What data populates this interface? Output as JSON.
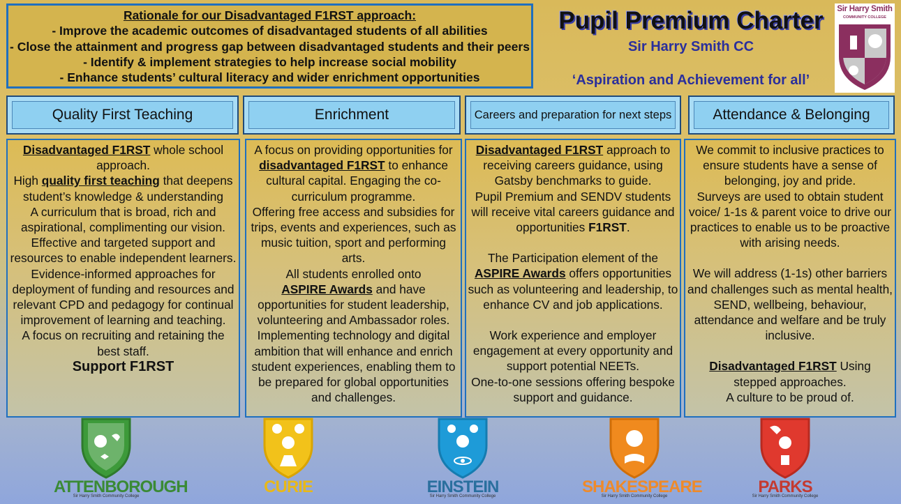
{
  "rationale": {
    "title": "Rationale for our Disadvantaged F1RST approach:",
    "lines": [
      "- Improve the academic outcomes of disadvantaged students of all abilities",
      "- Close the attainment and progress gap between disadvantaged students and their peers",
      "- Identify & implement strategies to help increase social mobility",
      "- Enhance students’ cultural literacy and wider enrichment opportunities"
    ]
  },
  "header": {
    "title": "Pupil Premium Charter",
    "school": "Sir Harry Smith CC",
    "motto": "‘Aspiration and Achievement for all’"
  },
  "crest": {
    "name": "Sir Harry Smith",
    "subtitle": "COMMUNITY COLLEGE"
  },
  "columns": [
    {
      "heading": "Quality First Teaching",
      "p1_u": "Disadvantaged F1RST",
      "p1_rest": " whole school approach.",
      "p2_a": "High ",
      "p2_u": "quality first teaching",
      "p2_rest": " that deepens student’s knowledge & understanding",
      "p3": "A curriculum that is broad, rich and aspirational, complimenting our vision.",
      "p4": "Effective and targeted support and resources to enable independent learners.",
      "p5": "Evidence-informed approaches for deployment of funding and resources and relevant CPD and pedagogy for continual  improvement of learning and teaching.",
      "p6": "A focus on recruiting and retaining the best staff.",
      "footer": "Support F1RST"
    },
    {
      "heading": "Enrichment",
      "p1_a": "A focus on providing opportunities for ",
      "p1_u": "disadvantaged F1RST",
      "p1_rest": " to enhance cultural capital. Engaging the co-curriculum programme.",
      "p2": "Offering free access and subsidies for trips, events and experiences, such as music tuition, sport and performing arts.",
      "p3_a": "All students enrolled onto",
      "p3_u": "ASPIRE Awards",
      "p3_rest": " and have opportunities for student leadership, volunteering and Ambassador roles.",
      "p4": "Implementing technology and digital ambition that will enhance and enrich student experiences, enabling them to be prepared for global opportunities and challenges."
    },
    {
      "heading": "Careers and preparation for next steps",
      "p1_u": "Disadvantaged F1RST",
      "p1_rest": " approach to receiving careers guidance, using Gatsby benchmarks to guide.",
      "p2_a": "Pupil Premium and SENDV students will receive vital careers guidance and opportunities ",
      "p2_b": "F1RST",
      "p2_rest": ".",
      "p3_a": "The Participation element of the",
      "p3_u": "ASPIRE Awards",
      "p3_rest": " offers opportunities such as volunteering and leadership, to enhance CV and job applications.",
      "p4": "Work experience and employer engagement at every opportunity and support potential NEETs.",
      "p5": "One-to-one sessions offering bespoke support and guidance."
    },
    {
      "heading": "Attendance & Belonging",
      "p1": "We commit to inclusive practices to ensure students have a sense of belonging, joy and pride.",
      "p2": "Surveys are used to obtain student voice/ 1-1s & parent voice to drive our practices to enable us to be proactive with arising needs.",
      "p3": "We will address (1-1s) other barriers and challenges such as mental health, SEND, wellbeing, behaviour, attendance and welfare and be truly inclusive.",
      "p4_u": "Disadvantaged F1RST",
      "p4_rest": " Using stepped approaches.",
      "p5": "A culture to be proud of."
    }
  ],
  "houses": [
    {
      "name": "ATTENBOROUGH",
      "sub": "Sir Harry Smith Community College",
      "color": "#3d9a3a",
      "dark": "#2e7a2c",
      "text": "#3a8a35"
    },
    {
      "name": "CURIE",
      "sub": "",
      "color": "#f2c21a",
      "dark": "#d9a400",
      "text": "#e8b818"
    },
    {
      "name": "EINSTEIN",
      "sub": "Sir Harry Smith Community College",
      "color": "#1e9bd8",
      "dark": "#157cb0",
      "text": "#2a6f9e"
    },
    {
      "name": "SHAKESPEARE",
      "sub": "Sir Harry Smith Community College",
      "color": "#f08a1e",
      "dark": "#d06e08",
      "text": "#ee8a2a"
    },
    {
      "name": "PARKS",
      "sub": "Sir Harry Smith Community College",
      "color": "#e0392e",
      "dark": "#b82a20",
      "text": "#c43a30"
    }
  ]
}
